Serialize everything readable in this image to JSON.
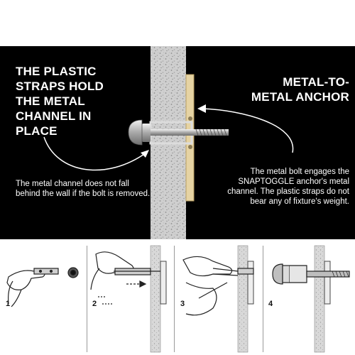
{
  "callouts": {
    "left_heading": "THE PLASTIC STRAPS HOLD THE METAL CHANNEL IN PLACE",
    "right_heading": "METAL-TO-METAL ANCHOR",
    "left_note": "The metal channel does not fall behind the wall if the bolt is removed.",
    "right_note": "The metal bolt engages the SNAPTOGGLE anchor's metal channel. The plastic straps do not bear any of fixture's weight."
  },
  "steps": [
    {
      "number": "1"
    },
    {
      "number": "2"
    },
    {
      "number": "3"
    },
    {
      "number": "4"
    }
  ],
  "colors": {
    "panel": "#000000",
    "wall": "#d2d2d2",
    "strap": "#e3cf9e",
    "steel": "#bfbfbf",
    "text": "#ffffff"
  }
}
